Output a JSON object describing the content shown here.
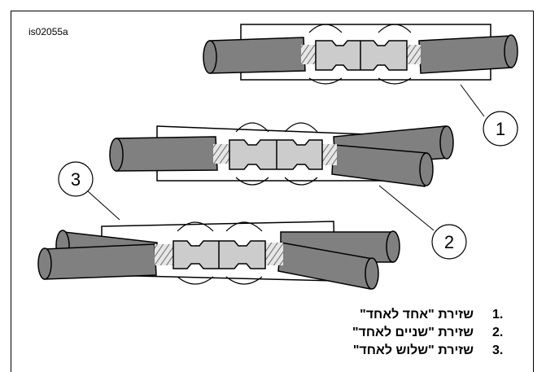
{
  "figure_id": "is02055a",
  "callouts": [
    {
      "number": "1"
    },
    {
      "number": "2"
    },
    {
      "number": "3"
    }
  ],
  "legend": [
    {
      "number": "1.",
      "text": "שזירת \"אחד לאחד\""
    },
    {
      "number": "2.",
      "text": "שזירת \"שניים לאחד\""
    },
    {
      "number": "3.",
      "text": "שזירת \"שלוש לאחד\""
    }
  ],
  "colors": {
    "wire_insulation": "#808080",
    "splice_sleeve": "#cccccc",
    "strands": "#a6a6a6",
    "outline": "#000000"
  }
}
